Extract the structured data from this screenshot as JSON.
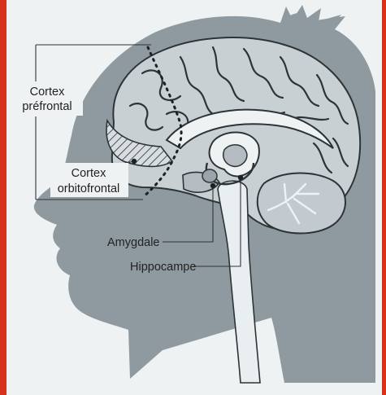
{
  "colors": {
    "border": "#d6311c",
    "paper": "#eef2f3",
    "head": "#8f9aa0",
    "brain": "#c9d0d4",
    "brain_stroke": "#2d3438",
    "stem": "#e9eef0",
    "hatch": "#2a2f33"
  },
  "labels": {
    "cortex_prefrontal_line1": "Cortex",
    "cortex_prefrontal_line2": "préfrontal",
    "cortex_orbitofrontal_line1": "Cortex",
    "cortex_orbitofrontal_line2": "orbitofrontal",
    "amygdale": "Amygdale",
    "hippocampe": "Hippocampe"
  }
}
